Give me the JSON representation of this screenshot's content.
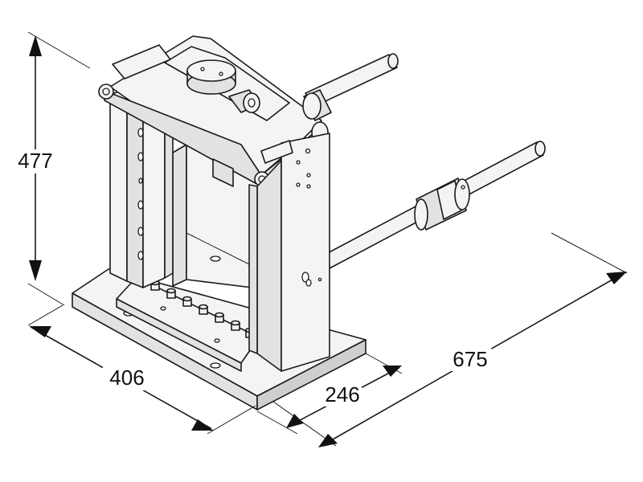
{
  "dimensions": {
    "height": "477",
    "width": "406",
    "depth": "246",
    "overall_length": "675"
  }
}
